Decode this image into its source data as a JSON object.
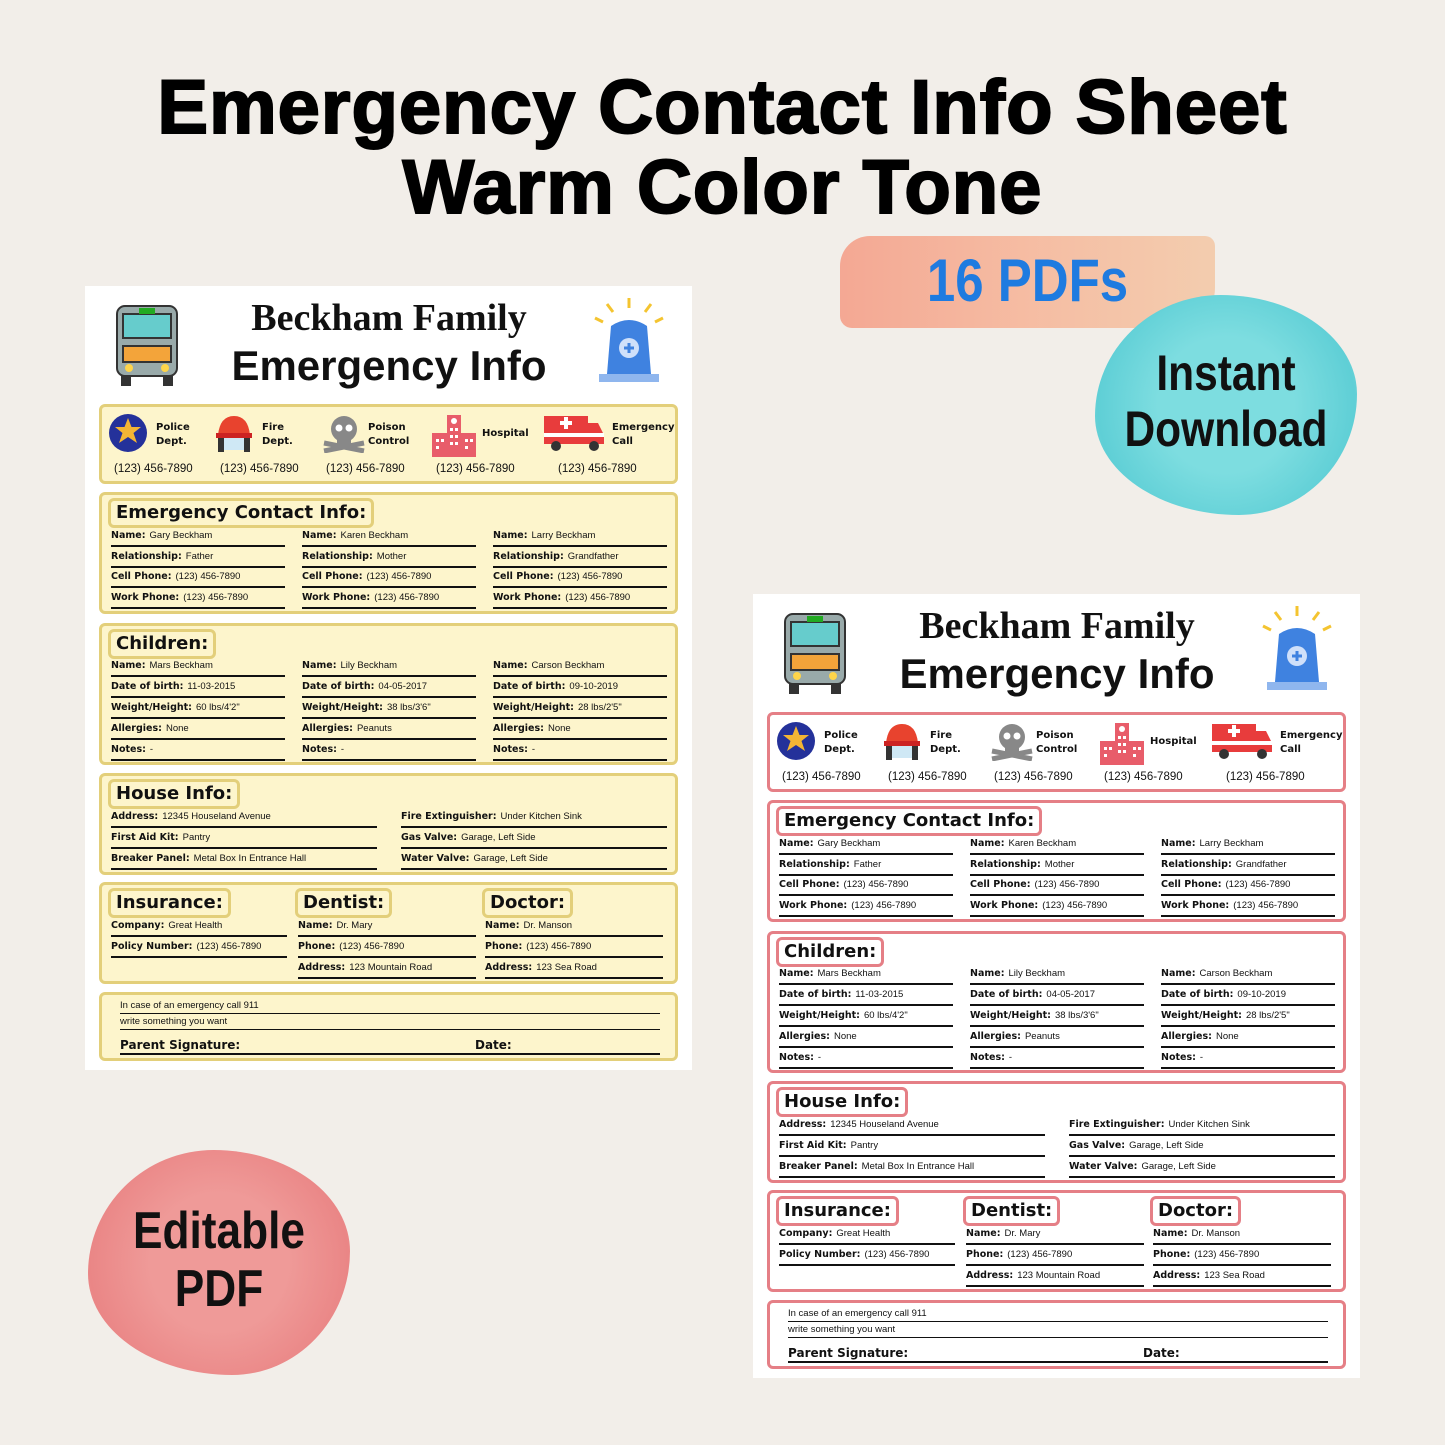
{
  "banner": {
    "title_line1": "Emergency Contact Info Sheet",
    "title_line2": "Warm Color Tone",
    "count_badge": "16 PDFs",
    "instant_line1": "Instant",
    "instant_line2": "Download",
    "editable_line1": "Editable",
    "editable_line2": "PDF"
  },
  "themes": {
    "yellow": {
      "fill": "#fdf5cc",
      "border": "#e3cf7a"
    },
    "red": {
      "fill": "#ffffff",
      "border": "#e57f86"
    }
  },
  "sheet": {
    "family": "Beckham Family",
    "subtitle": "Emergency Info",
    "services": [
      {
        "icon": "police-badge-icon",
        "line1": "Police",
        "line2": "Dept.",
        "phone": "(123) 456-7890"
      },
      {
        "icon": "firefighter-helmet-icon",
        "line1": "Fire",
        "line2": "Dept.",
        "phone": "(123) 456-7890"
      },
      {
        "icon": "skull-crossbones-icon",
        "line1": "Poison",
        "line2": "Control",
        "phone": "(123) 456-7890"
      },
      {
        "icon": "hospital-icon",
        "line1": "Hospital",
        "line2": "",
        "phone": "(123) 456-7890"
      },
      {
        "icon": "ambulance-icon",
        "line1": "Emergency",
        "line2": "Call",
        "phone": "(123) 456-7890"
      }
    ],
    "contacts": {
      "heading": "Emergency Contact Info:",
      "columns": [
        [
          [
            "Name:",
            "Gary Beckham"
          ],
          [
            "Relationship:",
            "Father"
          ],
          [
            "Cell Phone:",
            "(123) 456-7890"
          ],
          [
            "Work Phone:",
            "(123) 456-7890"
          ]
        ],
        [
          [
            "Name:",
            "Karen Beckham"
          ],
          [
            "Relationship:",
            "Mother"
          ],
          [
            "Cell Phone:",
            "(123) 456-7890"
          ],
          [
            "Work Phone:",
            "(123) 456-7890"
          ]
        ],
        [
          [
            "Name:",
            "Larry Beckham"
          ],
          [
            "Relationship:",
            "Grandfather"
          ],
          [
            "Cell Phone:",
            "(123) 456-7890"
          ],
          [
            "Work Phone:",
            "(123) 456-7890"
          ]
        ]
      ]
    },
    "children": {
      "heading": "Children:",
      "columns": [
        [
          [
            "Name:",
            "Mars Beckham"
          ],
          [
            "Date of birth:",
            "11-03-2015"
          ],
          [
            "Weight/Height:",
            "60 lbs/4'2\""
          ],
          [
            "Allergies:",
            "None"
          ],
          [
            "Notes:",
            "-"
          ]
        ],
        [
          [
            "Name:",
            "Lily Beckham"
          ],
          [
            "Date of birth:",
            "04-05-2017"
          ],
          [
            "Weight/Height:",
            "38 lbs/3'6\""
          ],
          [
            "Allergies:",
            "Peanuts"
          ],
          [
            "Notes:",
            "-"
          ]
        ],
        [
          [
            "Name:",
            "Carson Beckham"
          ],
          [
            "Date of birth:",
            "09-10-2019"
          ],
          [
            "Weight/Height:",
            "28 lbs/2'5\""
          ],
          [
            "Allergies:",
            "None"
          ],
          [
            "Notes:",
            "-"
          ]
        ]
      ]
    },
    "house": {
      "heading": "House Info:",
      "columns": [
        [
          [
            "Address:",
            "12345 Houseland Avenue"
          ],
          [
            "First Aid Kit:",
            "Pantry"
          ],
          [
            "Breaker Panel:",
            "Metal Box In Entrance Hall"
          ]
        ],
        [
          [
            "Fire Extinguisher:",
            "Under Kitchen Sink"
          ],
          [
            "Gas Valve:",
            "Garage, Left Side"
          ],
          [
            "Water Valve:",
            "Garage, Left Side"
          ]
        ]
      ]
    },
    "care": [
      {
        "heading": "Insurance:",
        "rows": [
          [
            "Company:",
            "Great Health"
          ],
          [
            "Policy Number:",
            "(123) 456-7890"
          ]
        ]
      },
      {
        "heading": "Dentist:",
        "rows": [
          [
            "Name:",
            "Dr. Mary"
          ],
          [
            "Phone:",
            "(123) 456-7890"
          ],
          [
            "Address:",
            "123 Mountain Road"
          ]
        ]
      },
      {
        "heading": "Doctor:",
        "rows": [
          [
            "Name:",
            "Dr. Manson"
          ],
          [
            "Phone:",
            "(123) 456-7890"
          ],
          [
            "Address:",
            "123 Sea Road"
          ]
        ]
      }
    ],
    "footer": {
      "note1": "In case of an emergency call 911",
      "note2": "write something you want",
      "signature_label": "Parent Signature:",
      "date_label": "Date:"
    }
  }
}
